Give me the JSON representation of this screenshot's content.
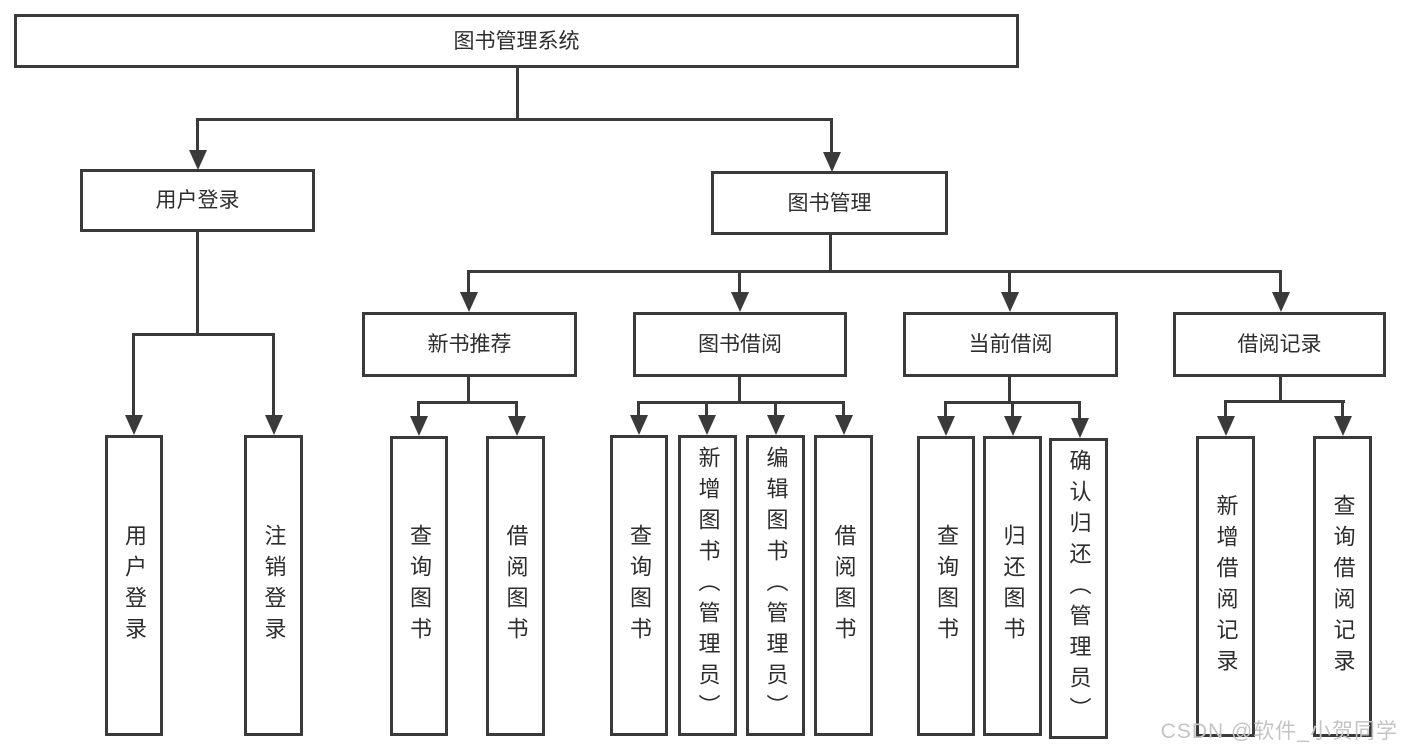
{
  "diagram": {
    "root": {
      "label": "图书管理系统"
    },
    "level2": [
      {
        "label": "用户登录"
      },
      {
        "label": "图书管理"
      }
    ],
    "level3": [
      {
        "label": "新书推荐"
      },
      {
        "label": "图书借阅"
      },
      {
        "label": "当前借阅"
      },
      {
        "label": "借阅记录"
      }
    ],
    "leaves": {
      "user_login": [
        "用户登录",
        "注销登录"
      ],
      "new_book_recommend": [
        "查询图书",
        "借阅图书"
      ],
      "book_borrowing": [
        "查询图书",
        "新增图书（管理员）",
        "编辑图书（管理员）",
        "借阅图书"
      ],
      "current_borrowing": [
        "查询图书",
        "归还图书",
        "确认归还（管理员）"
      ],
      "borrowing_records": [
        "新增借阅记录",
        "查询借阅记录"
      ]
    },
    "watermark": "CSDN @软件_小贺同学"
  },
  "colors": {
    "line": "#3a3a3a",
    "text": "#2d2d2d",
    "background": "#ffffff",
    "watermark": "#c4c4c4"
  }
}
